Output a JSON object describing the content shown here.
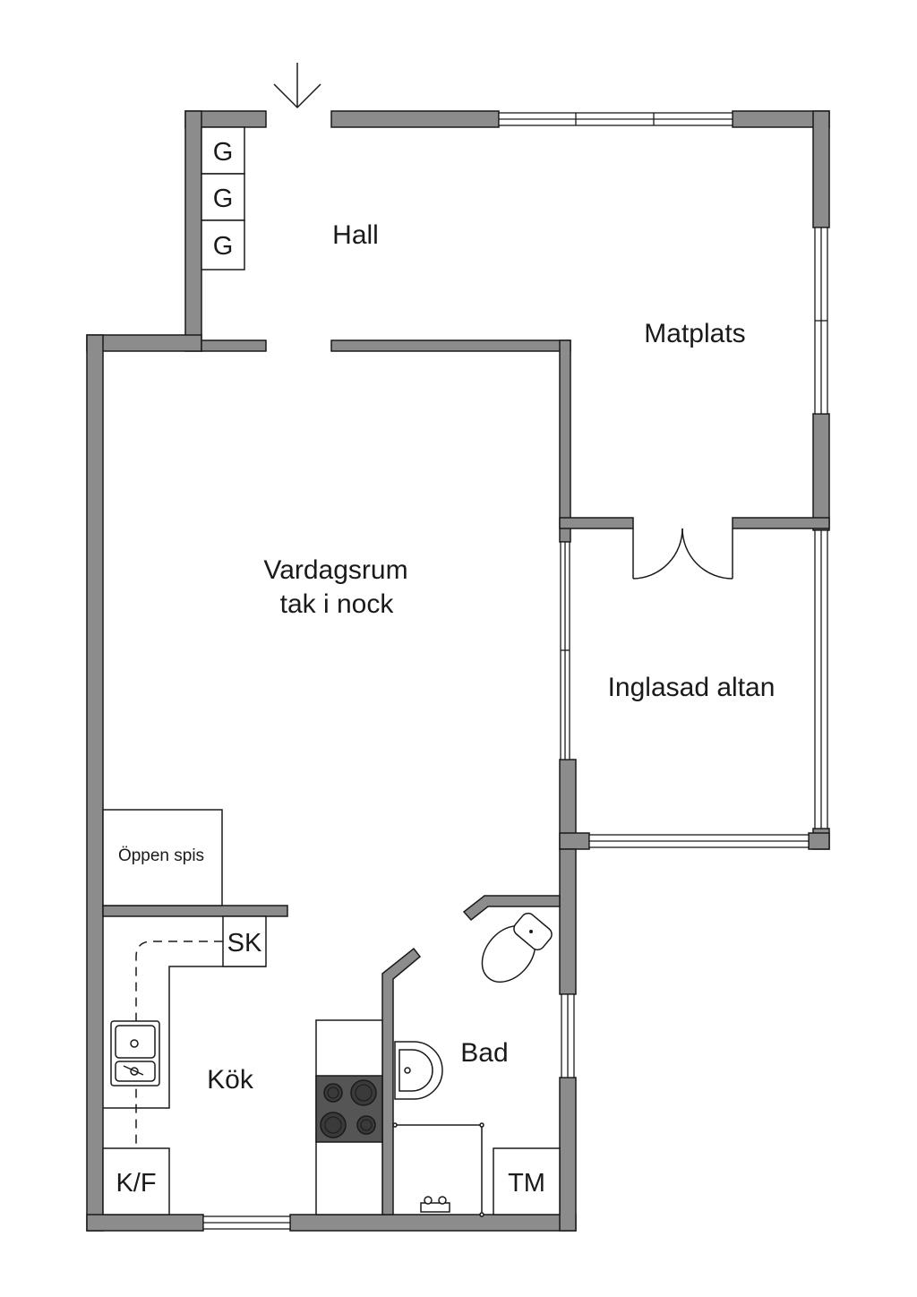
{
  "rooms": {
    "hall": "Hall",
    "matplats": "Matplats",
    "vardagsrum_line1": "Vardagsrum",
    "vardagsrum_line2": "tak i nock",
    "inglasad_altan": "Inglasad altan",
    "oppen_spis": "Öppen spis",
    "kok": "Kök",
    "bad": "Bad"
  },
  "fixtures": {
    "garderob_1": "G",
    "garderob_2": "G",
    "garderob_3": "G",
    "skap": "SK",
    "kyl_frys": "K/F",
    "tvattmaskin": "TM"
  },
  "colors": {
    "wall_fill": "#8c8c8c",
    "stroke": "#1a1a1a",
    "background": "#ffffff"
  }
}
